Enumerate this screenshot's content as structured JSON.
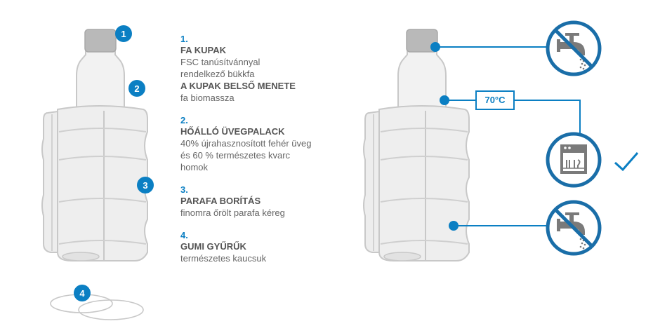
{
  "colors": {
    "accent": "#0b7fc3",
    "outline": "#c8c8c8",
    "fill": "#ededed",
    "cap": "#b9b9b9",
    "icon": "#7a7a7a"
  },
  "markers": [
    "1",
    "2",
    "3",
    "4"
  ],
  "items": [
    {
      "num": "1.",
      "lines": [
        {
          "text": "FA KUPAK",
          "bold": true
        },
        {
          "text": "FSC tanúsítvánnyal",
          "bold": false
        },
        {
          "text": "rendelkező bükkfa",
          "bold": false
        },
        {
          "text": "A KUPAK BELSŐ MENETE",
          "bold": true
        },
        {
          "text": "fa biomassza",
          "bold": false
        }
      ]
    },
    {
      "num": "2.",
      "lines": [
        {
          "text": "HŐÁLLÓ ÜVEGPALACK",
          "bold": true
        },
        {
          "text": "40% újrahasznosított fehér üveg",
          "bold": false
        },
        {
          "text": "és 60 % természetes kvarc",
          "bold": false
        },
        {
          "text": "homok",
          "bold": false
        }
      ]
    },
    {
      "num": "3.",
      "lines": [
        {
          "text": "PARAFA BORÍTÁS",
          "bold": true
        },
        {
          "text": "finomra őrölt parafa kéreg",
          "bold": false
        }
      ]
    },
    {
      "num": "4.",
      "lines": [
        {
          "text": "GUMI GYŰRŰK",
          "bold": true
        },
        {
          "text": "természetes kaucsuk",
          "bold": false
        }
      ]
    }
  ],
  "temperature": "70°C",
  "icons": {
    "no_tap_top": "no-running-water-icon",
    "dishwasher": "dishwasher-icon",
    "no_tap_bottom": "no-running-water-icon",
    "check": "check-icon"
  }
}
